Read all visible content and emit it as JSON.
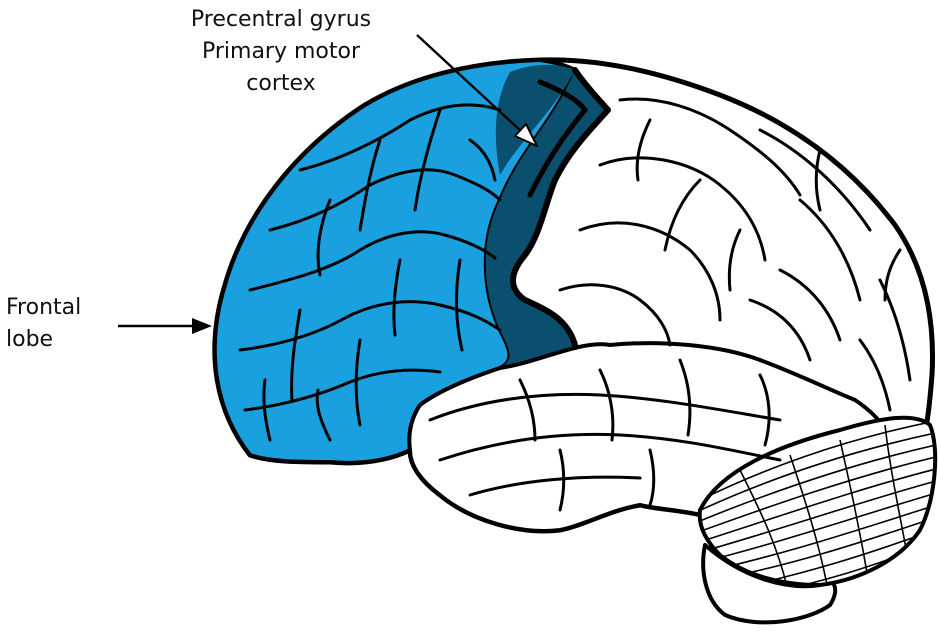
{
  "labels": {
    "precentral": {
      "line1": "Precentral gyrus",
      "line2": "Primary motor",
      "line3": "cortex"
    },
    "frontal": {
      "line1": "Frontal",
      "line2": "lobe"
    }
  },
  "colors": {
    "frontal_lobe": "#1aa0de",
    "precentral_gyrus": "#0b4f6e",
    "outline": "#000000",
    "background": "#ffffff"
  }
}
